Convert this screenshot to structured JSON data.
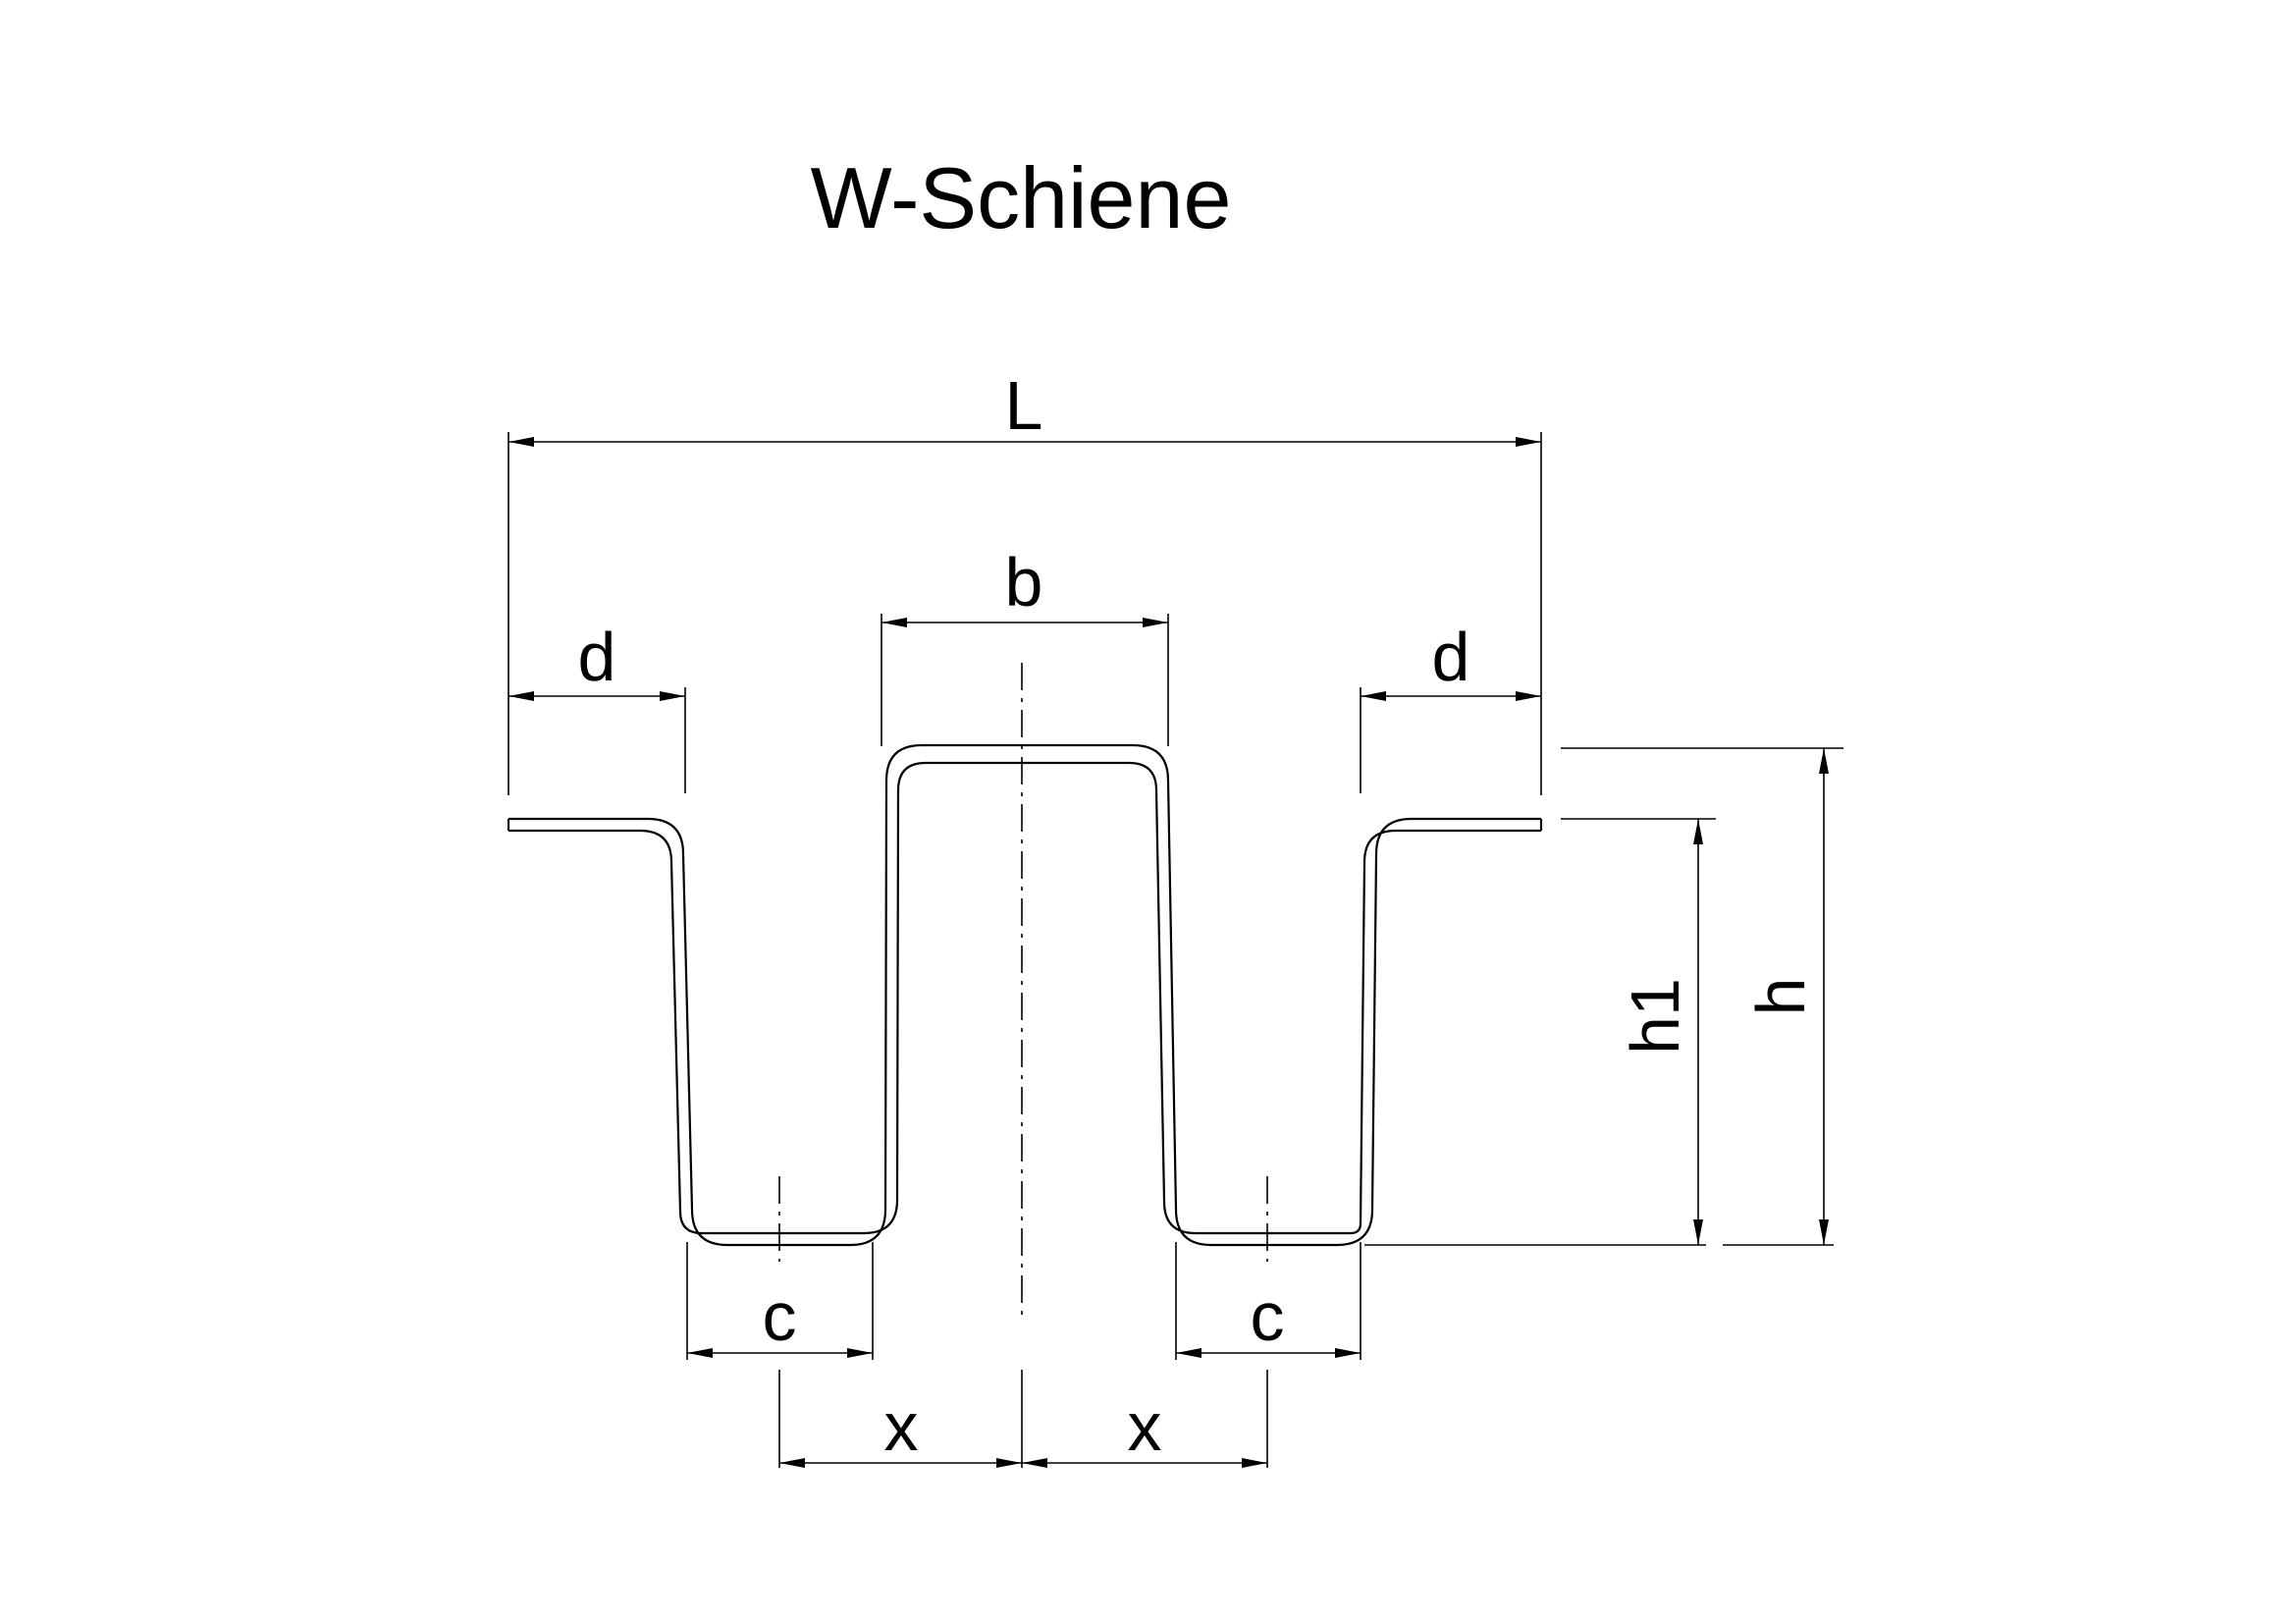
{
  "title": "W-Schiene",
  "labels": {
    "L": "L",
    "b": "b",
    "d_left": "d",
    "d_right": "d",
    "c_left": "c",
    "c_right": "c",
    "x_left": "x",
    "x_right": "x",
    "h1": "h1",
    "h": "h"
  }
}
